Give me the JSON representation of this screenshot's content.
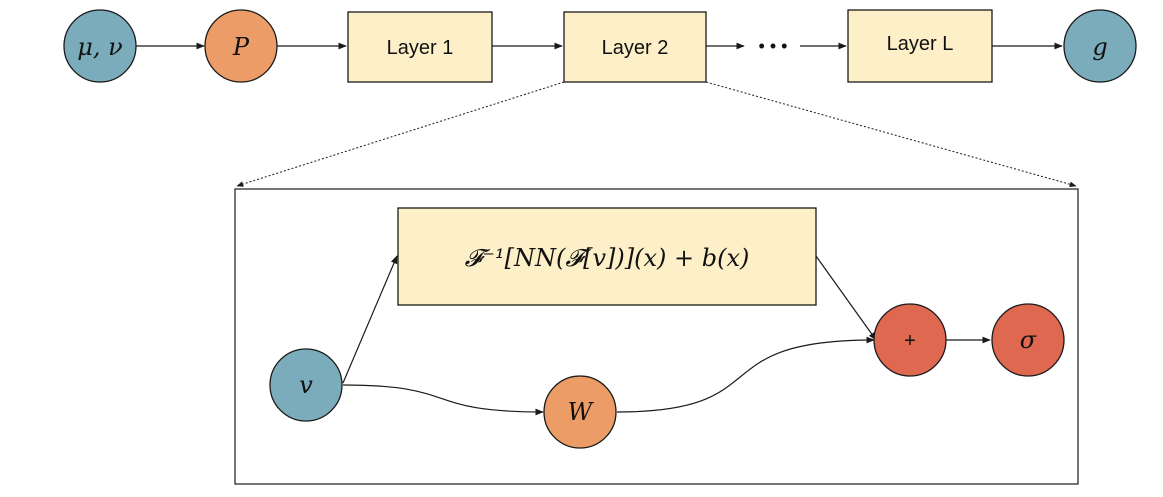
{
  "pipeline": {
    "input_label": "μ, ν",
    "lift_label": "P",
    "layers": [
      "Layer 1",
      "Layer 2",
      "Layer L"
    ],
    "ellipsis": "• • •",
    "output_label": "g"
  },
  "detail": {
    "operator_formula": "𝓕⁻¹[NN(𝓕[v])](x) + b(x)",
    "input_label": "v",
    "weight_label": "W",
    "sum_label": "+",
    "activation_label": "σ"
  },
  "colors": {
    "blue_node": "#7aacbc",
    "orange_node": "#ec9c66",
    "red_node": "#df6850",
    "layer_fill": "#fdf0c8",
    "stroke": "#1a1a1a"
  }
}
